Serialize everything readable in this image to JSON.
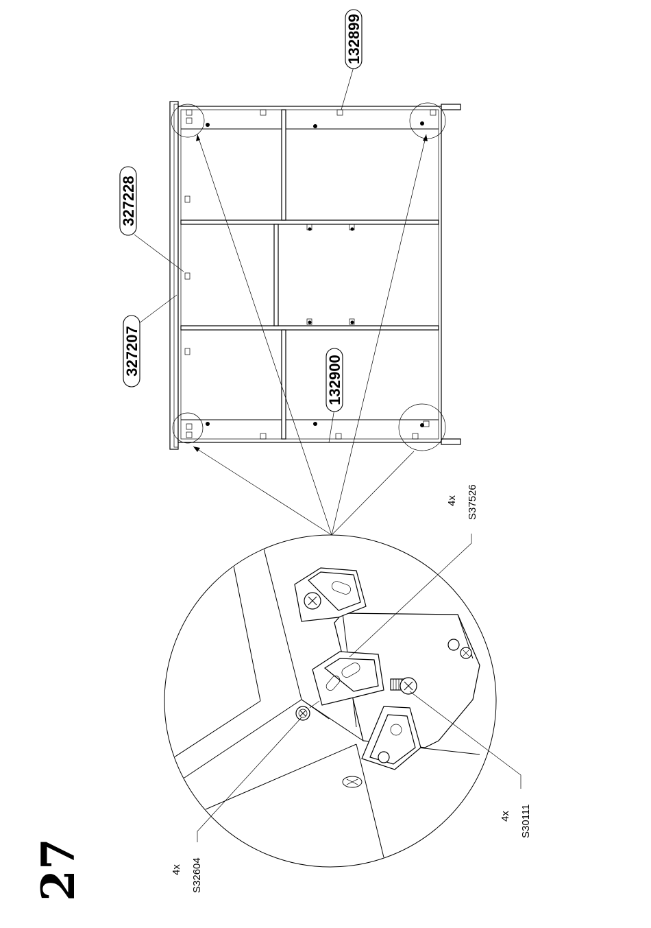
{
  "step_number": "27",
  "part_labels": {
    "p132899": "132899",
    "p327228": "327228",
    "p327207": "327207",
    "p132900": "132900"
  },
  "hardware": [
    {
      "qty": "4x",
      "code": "S37526"
    },
    {
      "qty": "4x",
      "code": "S30111"
    },
    {
      "qty": "4x",
      "code": "S32604"
    }
  ]
}
